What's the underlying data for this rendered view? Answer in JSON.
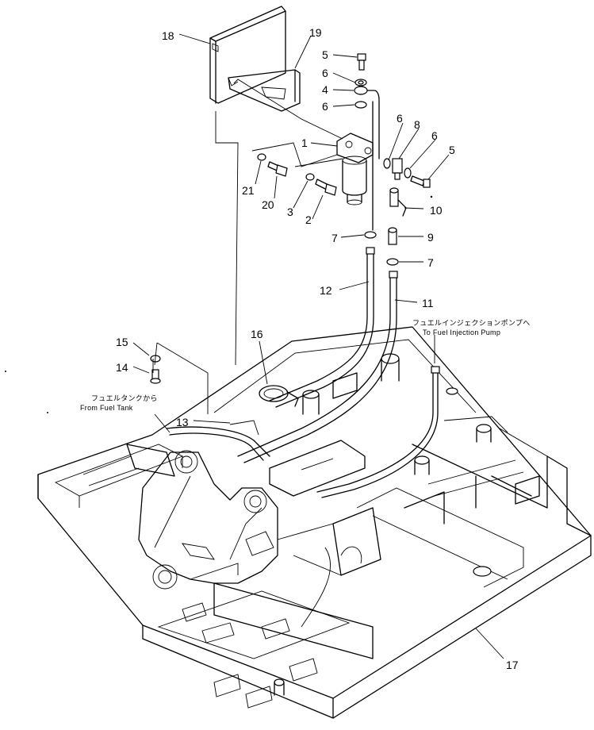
{
  "figure": {
    "callouts": {
      "p1": "1",
      "p2": "2",
      "p3": "3",
      "p4": "4",
      "p5a": "5",
      "p5b": "5",
      "p6a": "6",
      "p6b": "6",
      "p6c": "6",
      "p6d": "6",
      "p7a": "7",
      "p7b": "7",
      "p8": "8",
      "p9": "9",
      "p10": "10",
      "p11": "11",
      "p12": "12",
      "p13": "13",
      "p14": "14",
      "p15": "15",
      "p16": "16",
      "p17": "17",
      "p18": "18",
      "p19": "19",
      "p20": "20",
      "p21": "21"
    },
    "annotations": {
      "to_pump_jp": "フュエルインジェクションポンプへ",
      "to_pump_en": "To Fuel Injection Pump",
      "from_tank_jp": "フュエルタンクから",
      "from_tank_en": "From Fuel Tank"
    }
  }
}
